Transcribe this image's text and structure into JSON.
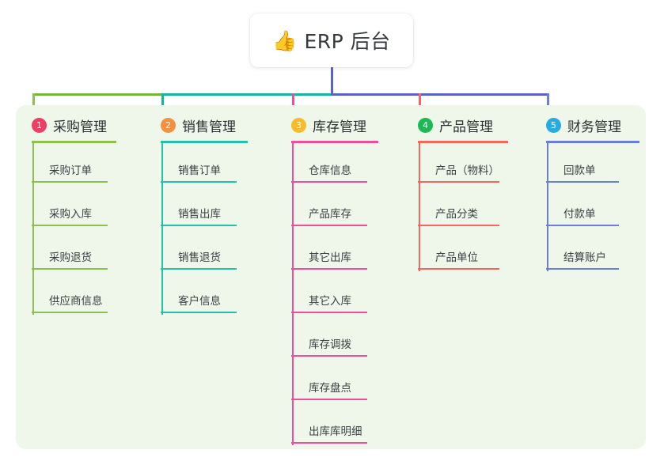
{
  "root": {
    "emoji": "👍",
    "emoji_name": "thumbs-up-icon",
    "title": "ERP 后台"
  },
  "palette": {
    "page_background": "#ffffff",
    "panel_background": "#eef7e9",
    "card_background": "#ffffff",
    "title_text": "#343a40",
    "item_text": "#3b4045",
    "trunk_blue": "#5b62c4"
  },
  "connectors": {
    "trunk": {
      "color": "#5b62c4",
      "label": "root-trunk"
    },
    "bar_segments": [
      {
        "name": "bar-green",
        "color": "#74b73c"
      },
      {
        "name": "bar-teal",
        "color": "#13b89a"
      },
      {
        "name": "bar-purple",
        "color": "#5b62c4"
      }
    ],
    "drops": [
      {
        "name": "drop-purchase",
        "color": "#8cc152"
      },
      {
        "name": "drop-sales",
        "color": "#13b89a"
      },
      {
        "name": "drop-inventory",
        "color": "#ee4e9b"
      },
      {
        "name": "drop-product",
        "color": "#f4675e"
      },
      {
        "name": "drop-finance",
        "color": "#6b7fd7"
      }
    ]
  },
  "columns": [
    {
      "id": "purchase",
      "badge": "1",
      "badge_color": "#ec3f63",
      "accent": "#8cc152",
      "title": "采购管理",
      "items": [
        "采购订单",
        "采购入库",
        "采购退货",
        "供应商信息"
      ]
    },
    {
      "id": "sales",
      "badge": "2",
      "badge_color": "#f5903c",
      "accent": "#25c0ad",
      "title": "销售管理",
      "items": [
        "销售订单",
        "销售出库",
        "销售退货",
        "客户信息"
      ]
    },
    {
      "id": "inventory",
      "badge": "3",
      "badge_color": "#f5bd2a",
      "accent": "#ee4e9b",
      "title": "库存管理",
      "items": [
        "仓库信息",
        "产品库存",
        "其它出库",
        "其它入库",
        "库存调拨",
        "库存盘点",
        "出库库明细"
      ]
    },
    {
      "id": "product",
      "badge": "4",
      "badge_color": "#1db954",
      "accent": "#f4675e",
      "title": "产品管理",
      "items": [
        "产品（物料）",
        "产品分类",
        "产品单位"
      ]
    },
    {
      "id": "finance",
      "badge": "5",
      "badge_color": "#29aae1",
      "accent": "#6b7fd7",
      "title": "财务管理",
      "items": [
        "回款单",
        "付款单",
        "结算账户"
      ]
    }
  ]
}
